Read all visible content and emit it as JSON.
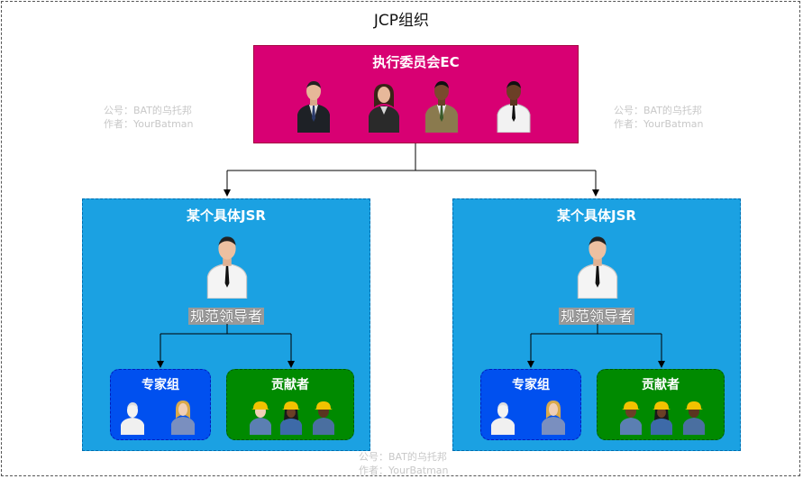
{
  "title": "JCP组织",
  "ec": {
    "title": "执行委员会EC"
  },
  "jsr_blocks": [
    {
      "title": "某个具体JSR",
      "leader_label": "规范领导者",
      "experts_label": "专家组",
      "contributors_label": "贡献者"
    },
    {
      "title": "某个具体JSR",
      "leader_label": "规范领导者",
      "experts_label": "专家组",
      "contributors_label": "贡献者"
    }
  ],
  "watermarks": [
    {
      "line1": "公号：BAT的乌托邦",
      "line2": "作者：YourBatman"
    },
    {
      "line1": "公号：BAT的乌托邦",
      "line2": "作者：YourBatman"
    },
    {
      "line1": "公号：BAT的乌托邦",
      "line2": "作者：YourBatman"
    }
  ],
  "colors": {
    "ec_fill": "#d80073",
    "jsr_fill": "#1ba1e2",
    "experts_fill": "#0050ef",
    "contributors_fill": "#008a00"
  }
}
